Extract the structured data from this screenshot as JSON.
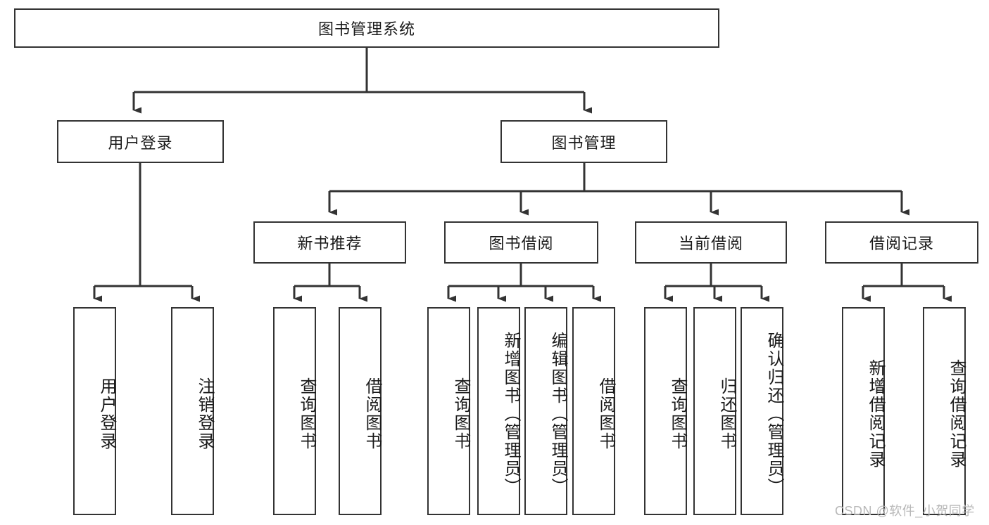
{
  "diagram": {
    "type": "tree-hierarchy",
    "title": "图书管理系统",
    "watermark": "CSDN @软件_小贺同学",
    "root": {
      "id": "root",
      "label": "图书管理系统",
      "orientation": "horizontal"
    },
    "level2": [
      {
        "id": "user-login",
        "label": "用户登录",
        "orientation": "horizontal"
      },
      {
        "id": "book-manage",
        "label": "图书管理",
        "orientation": "horizontal"
      }
    ],
    "level3": [
      {
        "id": "new-book-rec",
        "label": "新书推荐",
        "orientation": "horizontal",
        "parent": "book-manage"
      },
      {
        "id": "book-borrow",
        "label": "图书借阅",
        "orientation": "horizontal",
        "parent": "book-manage"
      },
      {
        "id": "current-borrow",
        "label": "当前借阅",
        "orientation": "horizontal",
        "parent": "book-manage"
      },
      {
        "id": "borrow-record",
        "label": "借阅记录",
        "orientation": "horizontal",
        "parent": "book-manage"
      }
    ],
    "leaves": [
      {
        "id": "leaf-user-login",
        "label": "用户登录",
        "orientation": "vertical",
        "parent": "user-login"
      },
      {
        "id": "leaf-logout-login",
        "label": "注销登录",
        "orientation": "vertical",
        "parent": "user-login"
      },
      {
        "id": "leaf-query-book-1",
        "label": "查询图书",
        "orientation": "vertical",
        "parent": "new-book-rec"
      },
      {
        "id": "leaf-borrow-book-1",
        "label": "借阅图书",
        "orientation": "vertical",
        "parent": "new-book-rec"
      },
      {
        "id": "leaf-query-book-2",
        "label": "查询图书",
        "orientation": "vertical",
        "parent": "book-borrow"
      },
      {
        "id": "leaf-add-book",
        "label": "新增图书（管理员）",
        "orientation": "vertical",
        "parent": "book-borrow"
      },
      {
        "id": "leaf-edit-book",
        "label": "编辑图书（管理员）",
        "orientation": "vertical",
        "parent": "book-borrow"
      },
      {
        "id": "leaf-borrow-book-2",
        "label": "借阅图书",
        "orientation": "vertical",
        "parent": "book-borrow"
      },
      {
        "id": "leaf-query-book-3",
        "label": "查询图书",
        "orientation": "vertical",
        "parent": "current-borrow"
      },
      {
        "id": "leaf-return-book",
        "label": "归还图书",
        "orientation": "vertical",
        "parent": "current-borrow"
      },
      {
        "id": "leaf-confirm-return",
        "label": "确认归还（管理员）",
        "orientation": "vertical",
        "parent": "current-borrow"
      },
      {
        "id": "leaf-add-record",
        "label": "新增借阅记录",
        "orientation": "vertical",
        "parent": "borrow-record"
      },
      {
        "id": "leaf-query-record",
        "label": "查询借阅记录",
        "orientation": "vertical",
        "parent": "borrow-record"
      }
    ],
    "colors": {
      "box_border": "#333333",
      "box_fill": "#ffffff",
      "connector": "#333333",
      "text": "#1a1a1a",
      "watermark": "#b8b8b8",
      "background": "#ffffff"
    }
  }
}
